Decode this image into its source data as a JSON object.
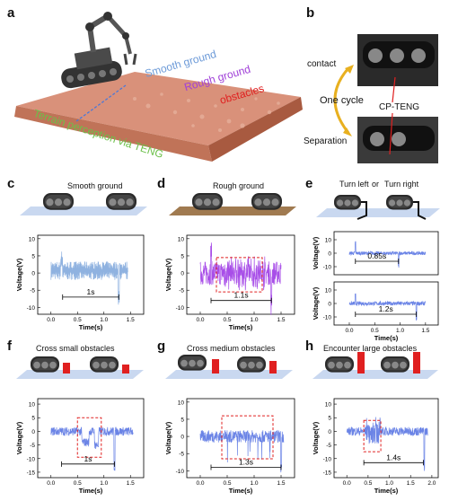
{
  "panel_labels": {
    "a": "a",
    "b": "b",
    "c": "c",
    "d": "d",
    "e": "e",
    "f": "f",
    "g": "g",
    "h": "h"
  },
  "panel_a": {
    "smooth": "Smooth ground",
    "rough": "Rough ground",
    "obstacles": "obstacles",
    "terrain": "Terrain perception via TENG"
  },
  "panel_b": {
    "contact": "contact",
    "cycle": "One cycle",
    "separation": "Separation",
    "device": "CP-TENG"
  },
  "titles": {
    "c": "Smooth ground",
    "d": "Rough ground",
    "e_left": "Turn left",
    "e_or": "or",
    "e_right": "Turn right",
    "f": "Cross small obstacles",
    "g": "Cross medium obstacles",
    "h": "Encounter large obstacles"
  },
  "axes": {
    "ylabel": "Voltage(V)",
    "xlabel": "Time(s)"
  },
  "annotations": {
    "c": "1s",
    "d": "1.1s",
    "e1": "0.85s",
    "e2": "1.2s",
    "f": "1s",
    "g": "1.3s",
    "h": "1.4s"
  },
  "colors": {
    "blue": "#6b84e6",
    "light_blue": "#8fb2e0",
    "purple": "#a84ee8",
    "red": "#e02020",
    "copper": "#d4876e"
  },
  "chart_data": [
    {
      "type": "line",
      "panel": "c",
      "xlim": [
        -0.2,
        1.7
      ],
      "ylim": [
        -12,
        11
      ],
      "xticks": [
        0.0,
        0.5,
        1.0,
        1.5
      ],
      "yticks": [
        10,
        5,
        0,
        -5,
        -10
      ]
    },
    {
      "type": "line",
      "panel": "d",
      "xlim": [
        -0.2,
        1.7
      ],
      "ylim": [
        -12,
        11
      ],
      "xticks": [
        0.0,
        0.5,
        1.0,
        1.5
      ],
      "yticks": [
        10,
        5,
        0,
        -5,
        -10
      ]
    },
    {
      "type": "line",
      "panel": "e-top",
      "yticks": [
        10,
        0,
        -10
      ]
    },
    {
      "type": "line",
      "panel": "e-bottom",
      "xticks": [
        0.0,
        0.5,
        1.0,
        1.5
      ],
      "yticks": [
        10,
        0,
        -10
      ]
    },
    {
      "type": "line",
      "panel": "f",
      "xticks": [
        0.0,
        0.5,
        1.0,
        1.5
      ],
      "yticks": [
        10,
        5,
        0,
        -5,
        -10,
        -15
      ]
    },
    {
      "type": "line",
      "panel": "g",
      "xticks": [
        0.0,
        0.5,
        1.0,
        1.5
      ],
      "yticks": [
        10,
        5,
        0,
        -5,
        -10
      ]
    },
    {
      "type": "line",
      "panel": "h",
      "xticks": [
        0.0,
        0.5,
        1.0,
        1.5,
        2.0
      ],
      "yticks": [
        10,
        5,
        0,
        -5,
        -10,
        -15
      ]
    }
  ]
}
